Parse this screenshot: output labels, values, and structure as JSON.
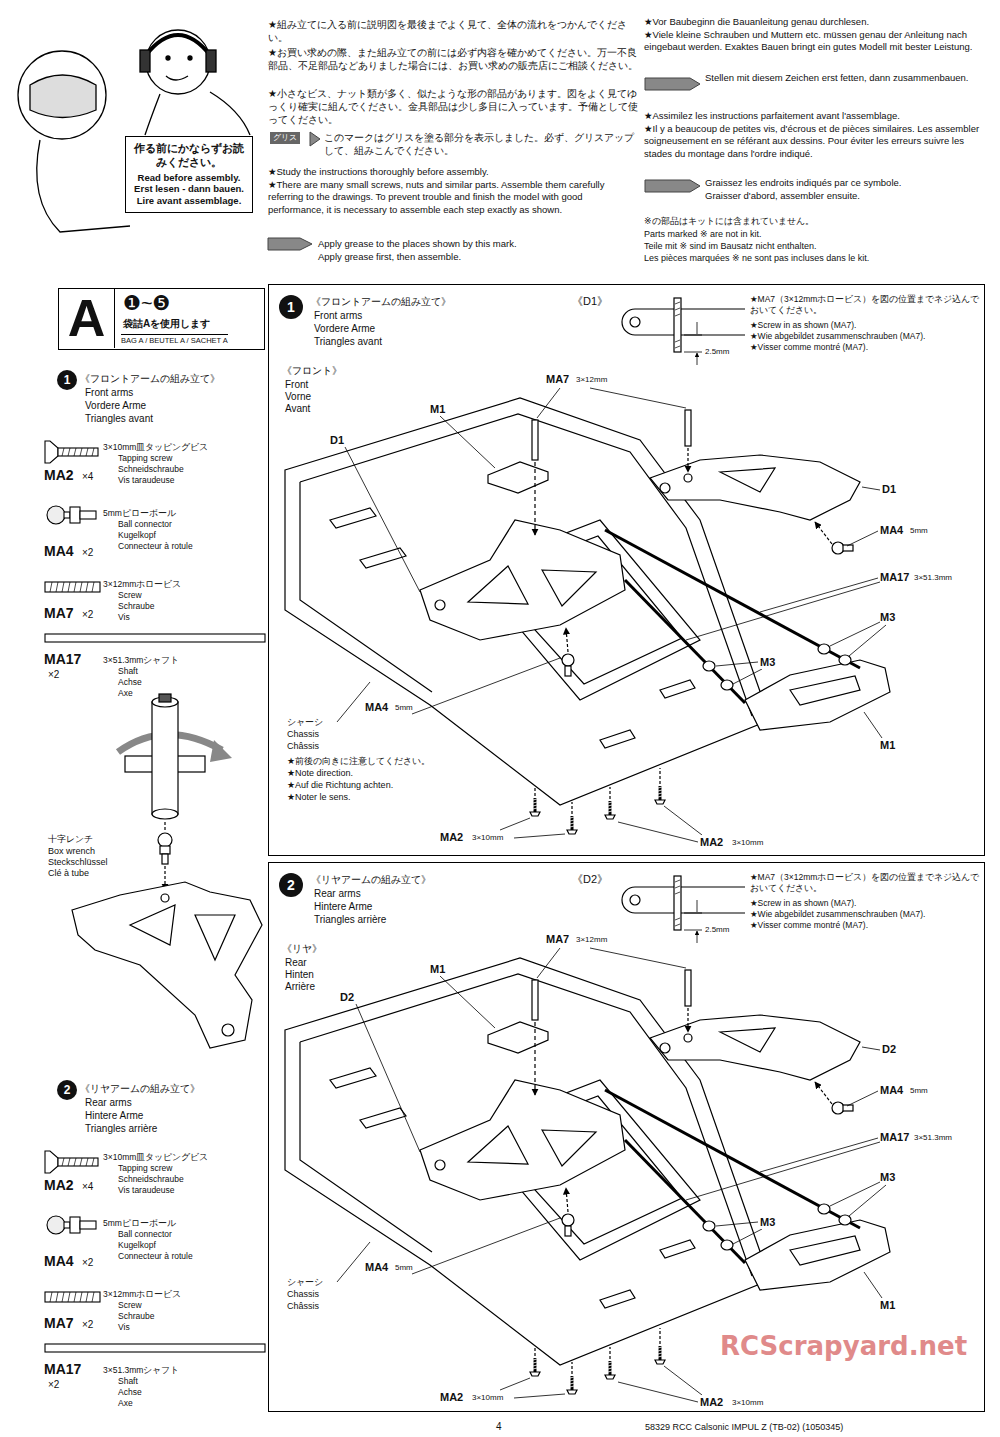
{
  "diagram": {
    "nodes": [
      {
        "text": [
          "作る前にかならずお読みください。",
          "Read before assembly.",
          "Erst lesen - dann bauen.",
          "Lire avant assemblage."
        ]
      },
      {
        "text": [
          "A",
          "❶~❺",
          "袋詰Aを使用します",
          "BAG A / BEUTEL A / SACHET A"
        ]
      },
      {
        "text": [
          "1",
          "《フロントアームの組み立て》",
          "Front arms",
          "Vordere Arme",
          "Triangles avant"
        ]
      },
      {
        "text": [
          "2",
          "《リヤアームの組み立て》",
          "Rear arms",
          "Hintere Arme",
          "Triangles arrière"
        ]
      }
    ],
    "labels": [
      "★組み立てに入る前に説明図を最後までよく見て、全体の流れをつかんでください。",
      "★お買い求めの際、また組み立ての前には必ず内容を確かめてください。万一不良部品、不足部品などありました場合には、お買い求めの販売店にご相談ください。",
      "★小さなビス、ナット類が多く、似たような形の部品があります。図をよく見てゆっくり確実に組んでください。金具部品は少し多目に入っています。予備として使ってください。",
      "グリス",
      "このマークはグリスを塗る部分を表示しました。必ず、グリスアップして、組みこんでください。",
      "★Study the instructions thoroughly before assembly.",
      "★There are many small screws, nuts and similar parts. Assemble them carefully referring to the drawings. To prevent trouble and finish the model with good performance, it is necessary to assemble each step exactly as shown.",
      "Apply grease to the places shown by this mark.",
      "Apply grease first, then assemble.",
      "★Vor Baubeginn die Bauanleitung genau durchlesen.",
      "★Viele kleine Schrauben und Muttern etc. müssen genau der Anleitung nach eingebaut werden. Exaktes Bauen bringt ein gutes Modell mit bester Leistung.",
      "Stellen mit diesem Zeichen erst fetten, dann zusammenbauen.",
      "★Assimilez les instructions parfaitement avant l'assemblage.",
      "★Il y a beaucoup de petites vis, d'écrous et de pièces similaires. Les assembler soigneusement en se référant aux dessins. Pour éviter les erreurs suivre les stades du montage dans l'ordre indiqué.",
      "Graissez les endroits indiqués par ce symbole.",
      "Graisser d'abord, assembler ensuite.",
      "※の部品はキットには含まれていません。",
      "Parts marked ※ are not in kit.",
      "Teile mit ※ sind im Bausatz nicht enthalten.",
      "Les pièces marquées ※ ne sont pas incluses dans le kit.",
      "1",
      "《フロントアームの組み立て》",
      "Front arms",
      "Vordere Arme",
      "Triangles avant",
      "3×10mm皿タッピングビス",
      "Tapping screw",
      "Schneidschraube",
      "Vis taraudeuse",
      "MA2",
      "×4",
      "5mmピローボール",
      "Ball connector",
      "Kugelkopf",
      "Connecteur à rotule",
      "MA4",
      "×2",
      "3×12mmホロービス",
      "Screw",
      "Schraube",
      "Vis",
      "MA7",
      "×2",
      "MA17",
      "×2",
      "3×51.3mmシャフト",
      "Shaft",
      "Achse",
      "Axe",
      "十字レンチ",
      "Box wrench",
      "Steckschlüssel",
      "Clé à tube",
      "2",
      "《リヤアームの組み立て》",
      "Rear arms",
      "Hintere Arme",
      "Triangles arrière",
      "3×10mm皿タッピングビス",
      "Tapping screw",
      "Schneidschraube",
      "Vis taraudeuse",
      "MA2",
      "×4",
      "5mmピローボール",
      "Ball connector",
      "Kugelkopf",
      "Connecteur à rotule",
      "MA4",
      "×2",
      "3×12mmホロービス",
      "Screw",
      "Schraube",
      "Vis",
      "MA7",
      "×2",
      "MA17",
      "×2",
      "3×51.3mmシャフト",
      "Shaft",
      "Achse",
      "Axe",
      "《D1》",
      "★MA7（3×12mmホロービス）を図の位置までネジ込んでおいてください。",
      "★Screw in as shown (MA7).",
      "★Wie abgebildet zusammenschrauben (MA7).",
      "★Visser comme montré (MA7).",
      "2.5mm",
      "《フロント》",
      "Front",
      "Vorne",
      "Avant",
      "MA7",
      "3×12mm",
      "M1",
      "D1",
      "D1",
      "MA4",
      "5mm",
      "MA17",
      "3×51.3mm",
      "M3",
      "M3",
      "M1",
      "シャーシ",
      "Chassis",
      "Châssis",
      "★前後の向きに注意してください。",
      "★Note direction.",
      "★Auf die Richtung achten.",
      "★Noter le sens.",
      "MA4",
      "5mm",
      "MA2",
      "3×10mm",
      "MA2",
      "3×10mm",
      "《D2》",
      "★MA7（3×12mmホロービス）を図の位置までネジ込んでおいてください。",
      "★Screw in as shown (MA7).",
      "★Wie abgebildet zusammenschrauben (MA7).",
      "★Visser comme montré (MA7).",
      "2.5mm",
      "《リヤ》",
      "Rear",
      "Hinten",
      "Arrière",
      "MA7",
      "3×12mm",
      "M1",
      "D2",
      "D2",
      "MA4",
      "5mm",
      "MA17",
      "3×51.3mm",
      "M3",
      "M3",
      "M1",
      "シャーシ",
      "Chassis",
      "Châssis",
      "MA4",
      "5mm",
      "MA2",
      "3×10mm",
      "MA2",
      "3×10mm",
      "4",
      "58329 RCC Calsonic IMPUL Z (TB-02) (1050345)",
      "RCScrapyard.net"
    ]
  }
}
